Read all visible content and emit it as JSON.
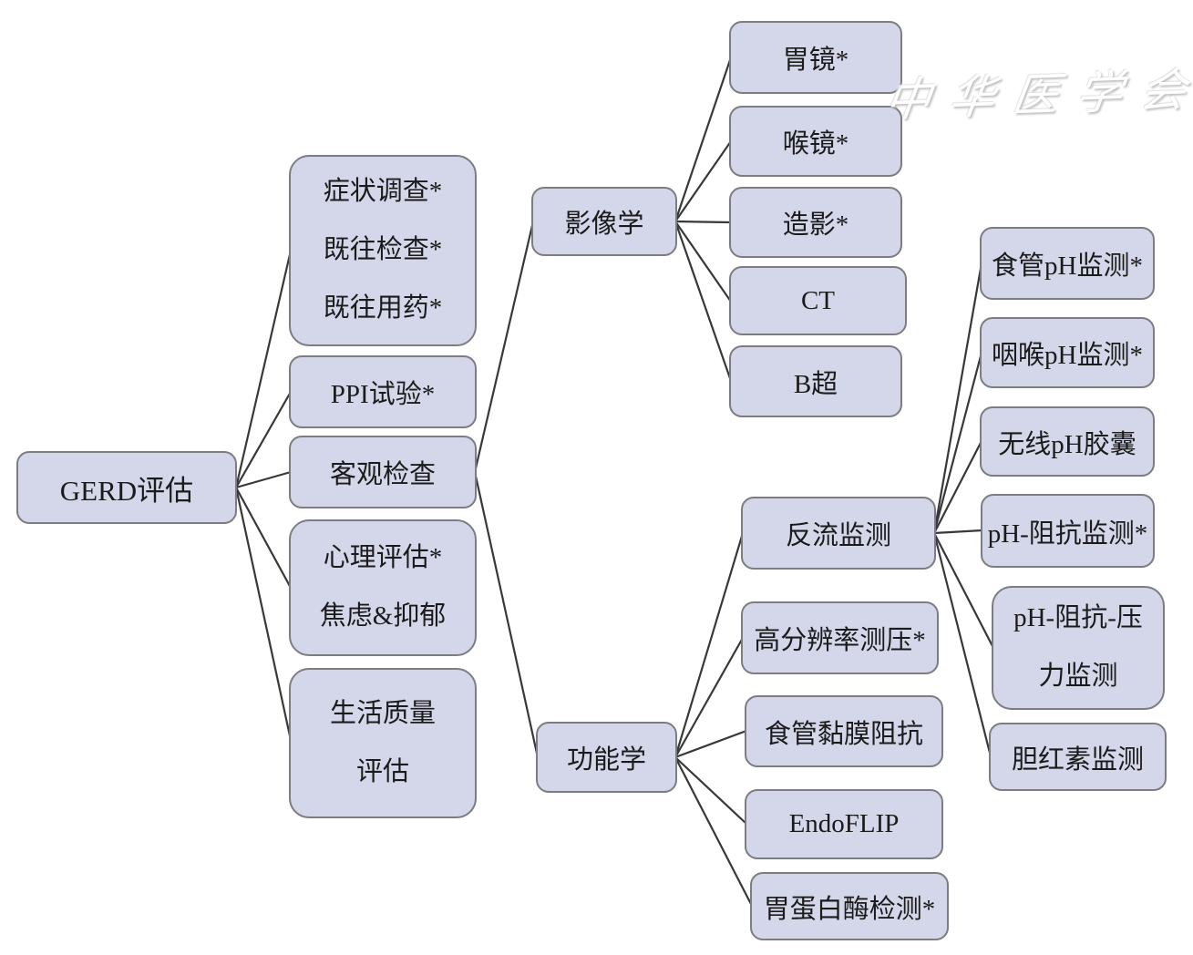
{
  "diagram_title": "GERD评估",
  "watermark": {
    "text": "中华医学会",
    "seal": "cma-seal-icon"
  },
  "colors": {
    "node_fill": "#d4d7e9",
    "node_border": "#7c7c82",
    "connector": "#383838",
    "text": "#1b1b1b",
    "watermark_gray": "#b4b4b4"
  },
  "nodes": [
    {
      "id": "root",
      "label": "GERD评估"
    },
    {
      "id": "symptom-history",
      "lines": [
        "症状调查*",
        "既往检查*",
        "既往用药*"
      ]
    },
    {
      "id": "ppi-trial",
      "label": "PPI试验*"
    },
    {
      "id": "objective-exam",
      "label": "客观检查"
    },
    {
      "id": "psych-eval",
      "lines": [
        "心理评估*",
        "焦虑&抑郁"
      ]
    },
    {
      "id": "quality-of-life",
      "lines": [
        "生活质量",
        "评估"
      ]
    },
    {
      "id": "imaging",
      "label": "影像学"
    },
    {
      "id": "functional",
      "label": "功能学"
    },
    {
      "id": "gastroscopy",
      "label": "胃镜*"
    },
    {
      "id": "laryngoscopy",
      "label": "喉镜*"
    },
    {
      "id": "contrast-imaging",
      "label": "造影*"
    },
    {
      "id": "ct",
      "label": "CT"
    },
    {
      "id": "b-ultrasound",
      "label": "B超"
    },
    {
      "id": "reflux-monitoring",
      "label": "反流监测"
    },
    {
      "id": "high-res-manometry",
      "label": "高分辨率测压*"
    },
    {
      "id": "mucosal-impedance",
      "label": "食管黏膜阻抗"
    },
    {
      "id": "endoflip",
      "label": "EndoFLIP"
    },
    {
      "id": "pepsin-test",
      "label": "胃蛋白酶检测*"
    },
    {
      "id": "esophageal-ph",
      "label": "食管pH监测*"
    },
    {
      "id": "pharyngeal-ph",
      "label": "咽喉pH监测*"
    },
    {
      "id": "wireless-ph-capsule",
      "label": "无线pH胶囊"
    },
    {
      "id": "ph-impedance",
      "label": "pH-阻抗监测*"
    },
    {
      "id": "ph-impedance-pressure",
      "lines": [
        "pH-阻抗-压",
        "力监测"
      ]
    },
    {
      "id": "bilirubin-monitoring",
      "label": "胆红素监测"
    }
  ],
  "edges": [
    {
      "from": "root",
      "to": "symptom-history"
    },
    {
      "from": "root",
      "to": "ppi-trial"
    },
    {
      "from": "root",
      "to": "objective-exam"
    },
    {
      "from": "root",
      "to": "psych-eval"
    },
    {
      "from": "root",
      "to": "quality-of-life"
    },
    {
      "from": "objective-exam",
      "to": "imaging"
    },
    {
      "from": "objective-exam",
      "to": "functional"
    },
    {
      "from": "imaging",
      "to": "gastroscopy"
    },
    {
      "from": "imaging",
      "to": "laryngoscopy"
    },
    {
      "from": "imaging",
      "to": "contrast-imaging"
    },
    {
      "from": "imaging",
      "to": "ct"
    },
    {
      "from": "imaging",
      "to": "b-ultrasound"
    },
    {
      "from": "functional",
      "to": "reflux-monitoring"
    },
    {
      "from": "functional",
      "to": "high-res-manometry"
    },
    {
      "from": "functional",
      "to": "mucosal-impedance"
    },
    {
      "from": "functional",
      "to": "endoflip"
    },
    {
      "from": "functional",
      "to": "pepsin-test"
    },
    {
      "from": "reflux-monitoring",
      "to": "esophageal-ph"
    },
    {
      "from": "reflux-monitoring",
      "to": "pharyngeal-ph"
    },
    {
      "from": "reflux-monitoring",
      "to": "wireless-ph-capsule"
    },
    {
      "from": "reflux-monitoring",
      "to": "ph-impedance"
    },
    {
      "from": "reflux-monitoring",
      "to": "ph-impedance-pressure"
    },
    {
      "from": "reflux-monitoring",
      "to": "bilirubin-monitoring"
    }
  ]
}
